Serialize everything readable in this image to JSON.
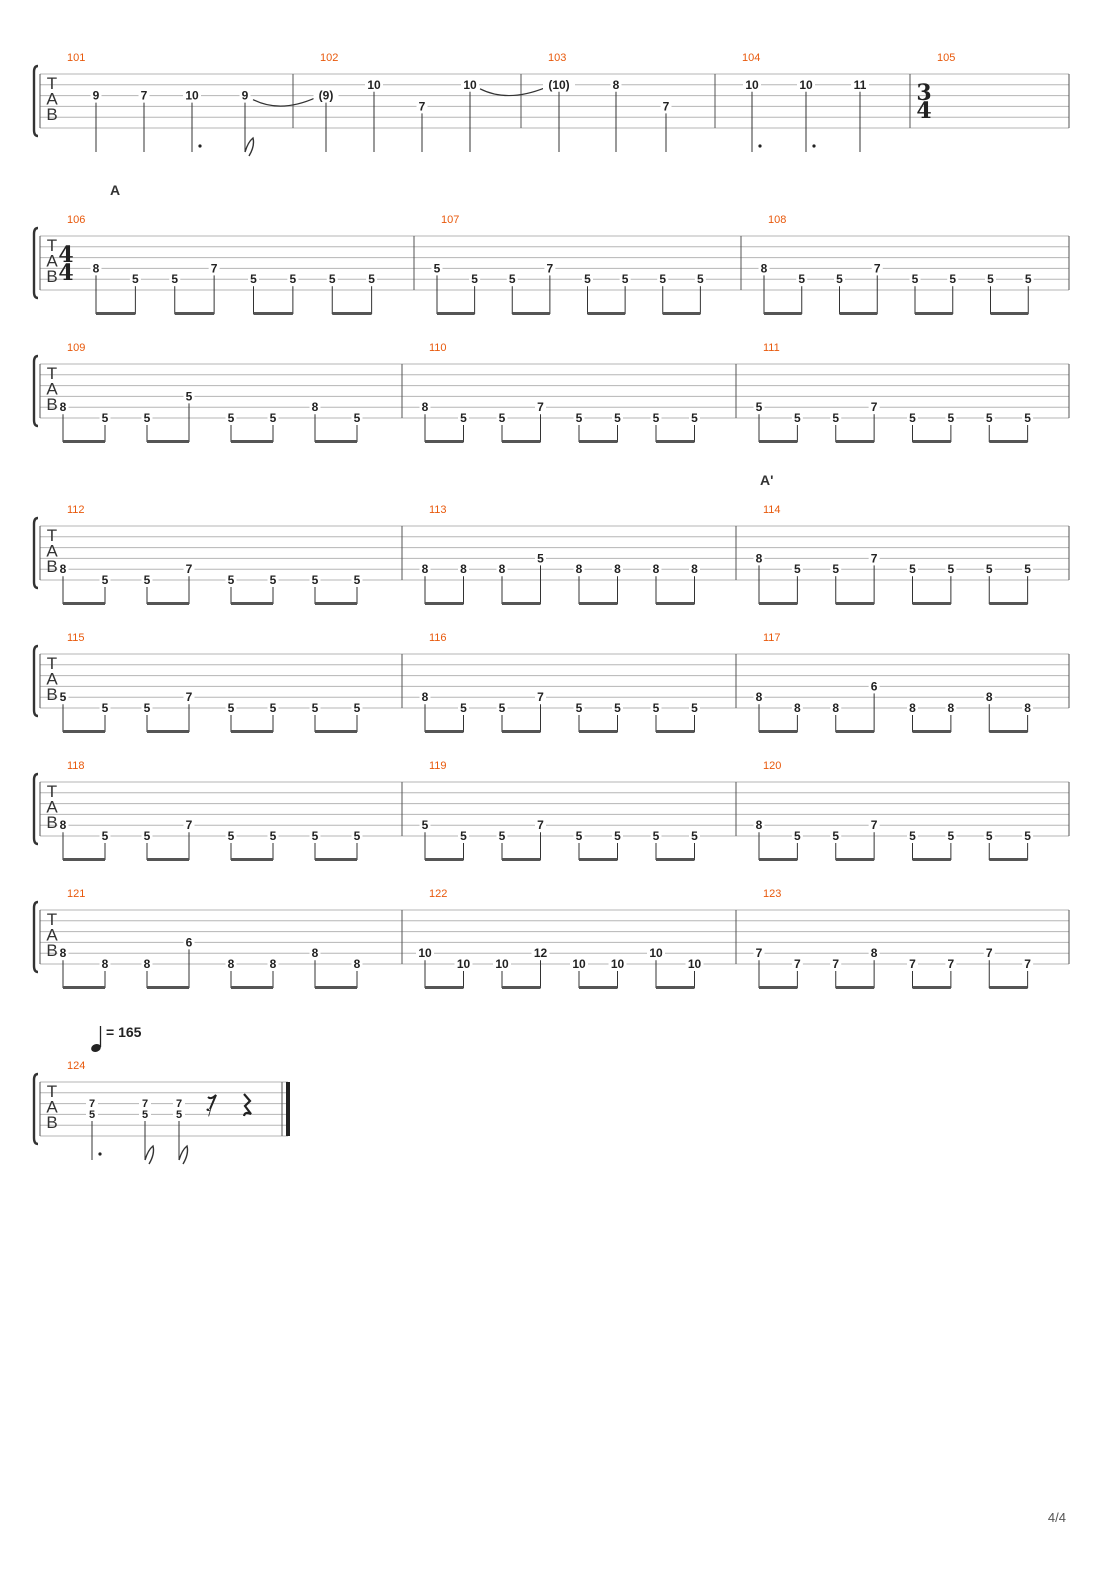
{
  "score": {
    "tab_label": [
      "T",
      "A",
      "B"
    ],
    "page_number": "4/4",
    "tempo": {
      "value": "= 165",
      "note_icon": "quarter-note-icon"
    },
    "rows": [
      {
        "measures": [
          {
            "number": "101",
            "notes": [
              {
                "s": 2,
                "f": "9"
              },
              {
                "s": 2,
                "f": "7"
              },
              {
                "s": 2,
                "f": "10",
                "dot": true
              },
              {
                "s": 2,
                "f": "9",
                "flag": true,
                "tie": true
              }
            ]
          },
          {
            "number": "102",
            "notes": [
              {
                "s": 2,
                "f": "(9)"
              },
              {
                "s": 1,
                "f": "10"
              },
              {
                "s": 3,
                "f": "7"
              },
              {
                "s": 1,
                "f": "10",
                "tie": true
              }
            ]
          },
          {
            "number": "103",
            "notes": [
              {
                "s": 1,
                "f": "(10)"
              },
              {
                "s": 1,
                "f": "8"
              },
              {
                "s": 3,
                "f": "7"
              }
            ]
          },
          {
            "number": "104",
            "notes": [
              {
                "s": 1,
                "f": "10",
                "dot": true
              },
              {
                "s": 1,
                "f": "10",
                "dot": true
              },
              {
                "s": 1,
                "f": "11"
              }
            ]
          },
          {
            "number": "105",
            "time_sig": [
              "3",
              "4"
            ],
            "notes": []
          }
        ]
      },
      {
        "section": "A",
        "measures": [
          {
            "number": "106",
            "time_sig": [
              "4",
              "4"
            ],
            "notes": [
              {
                "s": 3,
                "f": "8"
              },
              {
                "s": 4,
                "f": "5"
              },
              {
                "s": 4,
                "f": "5"
              },
              {
                "s": 3,
                "f": "7"
              },
              {
                "s": 4,
                "f": "5"
              },
              {
                "s": 4,
                "f": "5"
              },
              {
                "s": 4,
                "f": "5"
              },
              {
                "s": 4,
                "f": "5"
              }
            ]
          },
          {
            "number": "107",
            "notes": [
              {
                "s": 3,
                "f": "5"
              },
              {
                "s": 4,
                "f": "5"
              },
              {
                "s": 4,
                "f": "5"
              },
              {
                "s": 3,
                "f": "7"
              },
              {
                "s": 4,
                "f": "5"
              },
              {
                "s": 4,
                "f": "5"
              },
              {
                "s": 4,
                "f": "5"
              },
              {
                "s": 4,
                "f": "5"
              }
            ]
          },
          {
            "number": "108",
            "notes": [
              {
                "s": 3,
                "f": "8"
              },
              {
                "s": 4,
                "f": "5"
              },
              {
                "s": 4,
                "f": "5"
              },
              {
                "s": 3,
                "f": "7"
              },
              {
                "s": 4,
                "f": "5"
              },
              {
                "s": 4,
                "f": "5"
              },
              {
                "s": 4,
                "f": "5"
              },
              {
                "s": 4,
                "f": "5"
              }
            ]
          }
        ]
      },
      {
        "measures": [
          {
            "number": "109",
            "notes": [
              {
                "s": 4,
                "f": "8"
              },
              {
                "s": 5,
                "f": "5"
              },
              {
                "s": 5,
                "f": "5"
              },
              {
                "s": 3,
                "f": "5"
              },
              {
                "s": 5,
                "f": "5"
              },
              {
                "s": 5,
                "f": "5"
              },
              {
                "s": 4,
                "f": "8"
              },
              {
                "s": 5,
                "f": "5"
              }
            ]
          },
          {
            "number": "110",
            "notes": [
              {
                "s": 4,
                "f": "8"
              },
              {
                "s": 5,
                "f": "5"
              },
              {
                "s": 5,
                "f": "5"
              },
              {
                "s": 4,
                "f": "7"
              },
              {
                "s": 5,
                "f": "5"
              },
              {
                "s": 5,
                "f": "5"
              },
              {
                "s": 5,
                "f": "5"
              },
              {
                "s": 5,
                "f": "5"
              }
            ]
          },
          {
            "number": "111",
            "notes": [
              {
                "s": 4,
                "f": "5"
              },
              {
                "s": 5,
                "f": "5"
              },
              {
                "s": 5,
                "f": "5"
              },
              {
                "s": 4,
                "f": "7"
              },
              {
                "s": 5,
                "f": "5"
              },
              {
                "s": 5,
                "f": "5"
              },
              {
                "s": 5,
                "f": "5"
              },
              {
                "s": 5,
                "f": "5"
              }
            ]
          }
        ]
      },
      {
        "measures": [
          {
            "number": "112",
            "notes": [
              {
                "s": 4,
                "f": "8"
              },
              {
                "s": 5,
                "f": "5"
              },
              {
                "s": 5,
                "f": "5"
              },
              {
                "s": 4,
                "f": "7"
              },
              {
                "s": 5,
                "f": "5"
              },
              {
                "s": 5,
                "f": "5"
              },
              {
                "s": 5,
                "f": "5"
              },
              {
                "s": 5,
                "f": "5"
              }
            ]
          },
          {
            "number": "113",
            "notes": [
              {
                "s": 4,
                "f": "8"
              },
              {
                "s": 4,
                "f": "8"
              },
              {
                "s": 4,
                "f": "8"
              },
              {
                "s": 3,
                "f": "5"
              },
              {
                "s": 4,
                "f": "8"
              },
              {
                "s": 4,
                "f": "8"
              },
              {
                "s": 4,
                "f": "8"
              },
              {
                "s": 4,
                "f": "8"
              }
            ]
          },
          {
            "number": "114",
            "section": "A'",
            "notes": [
              {
                "s": 3,
                "f": "8"
              },
              {
                "s": 4,
                "f": "5"
              },
              {
                "s": 4,
                "f": "5"
              },
              {
                "s": 3,
                "f": "7"
              },
              {
                "s": 4,
                "f": "5"
              },
              {
                "s": 4,
                "f": "5"
              },
              {
                "s": 4,
                "f": "5"
              },
              {
                "s": 4,
                "f": "5"
              }
            ]
          }
        ]
      },
      {
        "measures": [
          {
            "number": "115",
            "notes": [
              {
                "s": 4,
                "f": "5"
              },
              {
                "s": 5,
                "f": "5"
              },
              {
                "s": 5,
                "f": "5"
              },
              {
                "s": 4,
                "f": "7"
              },
              {
                "s": 5,
                "f": "5"
              },
              {
                "s": 5,
                "f": "5"
              },
              {
                "s": 5,
                "f": "5"
              },
              {
                "s": 5,
                "f": "5"
              }
            ]
          },
          {
            "number": "116",
            "notes": [
              {
                "s": 4,
                "f": "8"
              },
              {
                "s": 5,
                "f": "5"
              },
              {
                "s": 5,
                "f": "5"
              },
              {
                "s": 4,
                "f": "7"
              },
              {
                "s": 5,
                "f": "5"
              },
              {
                "s": 5,
                "f": "5"
              },
              {
                "s": 5,
                "f": "5"
              },
              {
                "s": 5,
                "f": "5"
              }
            ]
          },
          {
            "number": "117",
            "notes": [
              {
                "s": 4,
                "f": "8"
              },
              {
                "s": 5,
                "f": "8"
              },
              {
                "s": 5,
                "f": "8"
              },
              {
                "s": 3,
                "f": "6"
              },
              {
                "s": 5,
                "f": "8"
              },
              {
                "s": 5,
                "f": "8"
              },
              {
                "s": 4,
                "f": "8"
              },
              {
                "s": 5,
                "f": "8"
              }
            ]
          }
        ]
      },
      {
        "measures": [
          {
            "number": "118",
            "notes": [
              {
                "s": 4,
                "f": "8"
              },
              {
                "s": 5,
                "f": "5"
              },
              {
                "s": 5,
                "f": "5"
              },
              {
                "s": 4,
                "f": "7"
              },
              {
                "s": 5,
                "f": "5"
              },
              {
                "s": 5,
                "f": "5"
              },
              {
                "s": 5,
                "f": "5"
              },
              {
                "s": 5,
                "f": "5"
              }
            ]
          },
          {
            "number": "119",
            "notes": [
              {
                "s": 4,
                "f": "5"
              },
              {
                "s": 5,
                "f": "5"
              },
              {
                "s": 5,
                "f": "5"
              },
              {
                "s": 4,
                "f": "7"
              },
              {
                "s": 5,
                "f": "5"
              },
              {
                "s": 5,
                "f": "5"
              },
              {
                "s": 5,
                "f": "5"
              },
              {
                "s": 5,
                "f": "5"
              }
            ]
          },
          {
            "number": "120",
            "notes": [
              {
                "s": 4,
                "f": "8"
              },
              {
                "s": 5,
                "f": "5"
              },
              {
                "s": 5,
                "f": "5"
              },
              {
                "s": 4,
                "f": "7"
              },
              {
                "s": 5,
                "f": "5"
              },
              {
                "s": 5,
                "f": "5"
              },
              {
                "s": 5,
                "f": "5"
              },
              {
                "s": 5,
                "f": "5"
              }
            ]
          }
        ]
      },
      {
        "measures": [
          {
            "number": "121",
            "notes": [
              {
                "s": 4,
                "f": "8"
              },
              {
                "s": 5,
                "f": "8"
              },
              {
                "s": 5,
                "f": "8"
              },
              {
                "s": 3,
                "f": "6"
              },
              {
                "s": 5,
                "f": "8"
              },
              {
                "s": 5,
                "f": "8"
              },
              {
                "s": 4,
                "f": "8"
              },
              {
                "s": 5,
                "f": "8"
              }
            ]
          },
          {
            "number": "122",
            "notes": [
              {
                "s": 4,
                "f": "10"
              },
              {
                "s": 5,
                "f": "10"
              },
              {
                "s": 5,
                "f": "10"
              },
              {
                "s": 4,
                "f": "12"
              },
              {
                "s": 5,
                "f": "10"
              },
              {
                "s": 5,
                "f": "10"
              },
              {
                "s": 4,
                "f": "10"
              },
              {
                "s": 5,
                "f": "10"
              }
            ]
          },
          {
            "number": "123",
            "notes": [
              {
                "s": 4,
                "f": "7"
              },
              {
                "s": 5,
                "f": "7"
              },
              {
                "s": 5,
                "f": "7"
              },
              {
                "s": 4,
                "f": "8"
              },
              {
                "s": 5,
                "f": "7"
              },
              {
                "s": 5,
                "f": "7"
              },
              {
                "s": 4,
                "f": "7"
              },
              {
                "s": 5,
                "f": "7"
              }
            ]
          }
        ]
      },
      {
        "tempo": true,
        "measures": [
          {
            "number": "124",
            "final": true,
            "notes": [
              {
                "chord": [
                  "7",
                  "5"
                ],
                "dot": true
              },
              {
                "chord": [
                  "7",
                  "5"
                ],
                "flag": true
              },
              {
                "chord": [
                  "7",
                  "5"
                ],
                "flag": true
              },
              {
                "rest": "eighth"
              },
              {
                "rest": "quarter"
              }
            ]
          }
        ]
      }
    ]
  }
}
